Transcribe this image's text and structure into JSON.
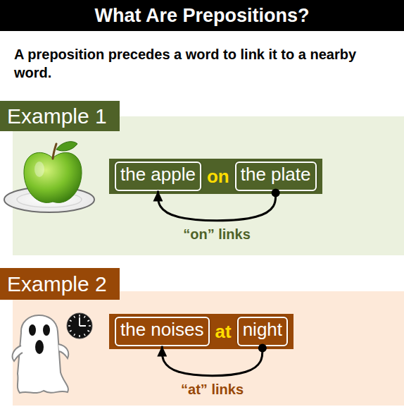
{
  "diagram": {
    "title": "What Are Prepositions?",
    "nodes": [
      {
        "text": [
          "Example 1"
        ]
      },
      {
        "text": [
          "on"
        ]
      },
      {
        "text": [
          "the apple"
        ],
        "in": 1
      },
      {
        "text": [
          "the plate"
        ],
        "in": 1
      },
      {
        "text": [
          "Example 2"
        ]
      },
      {
        "text": [
          "at"
        ]
      },
      {
        "text": [
          "the noises"
        ],
        "in": 5
      },
      {
        "text": [
          "night"
        ],
        "in": 5
      }
    ],
    "edges": [
      {
        "from": 3,
        "to": 2,
        "arrow": "to",
        "label": "“on” links"
      },
      {
        "from": 7,
        "to": 6,
        "arrow": "to",
        "label": "“at” links"
      }
    ],
    "labels": [
      "A preposition precedes a word to link it to a nearby word."
    ]
  }
}
